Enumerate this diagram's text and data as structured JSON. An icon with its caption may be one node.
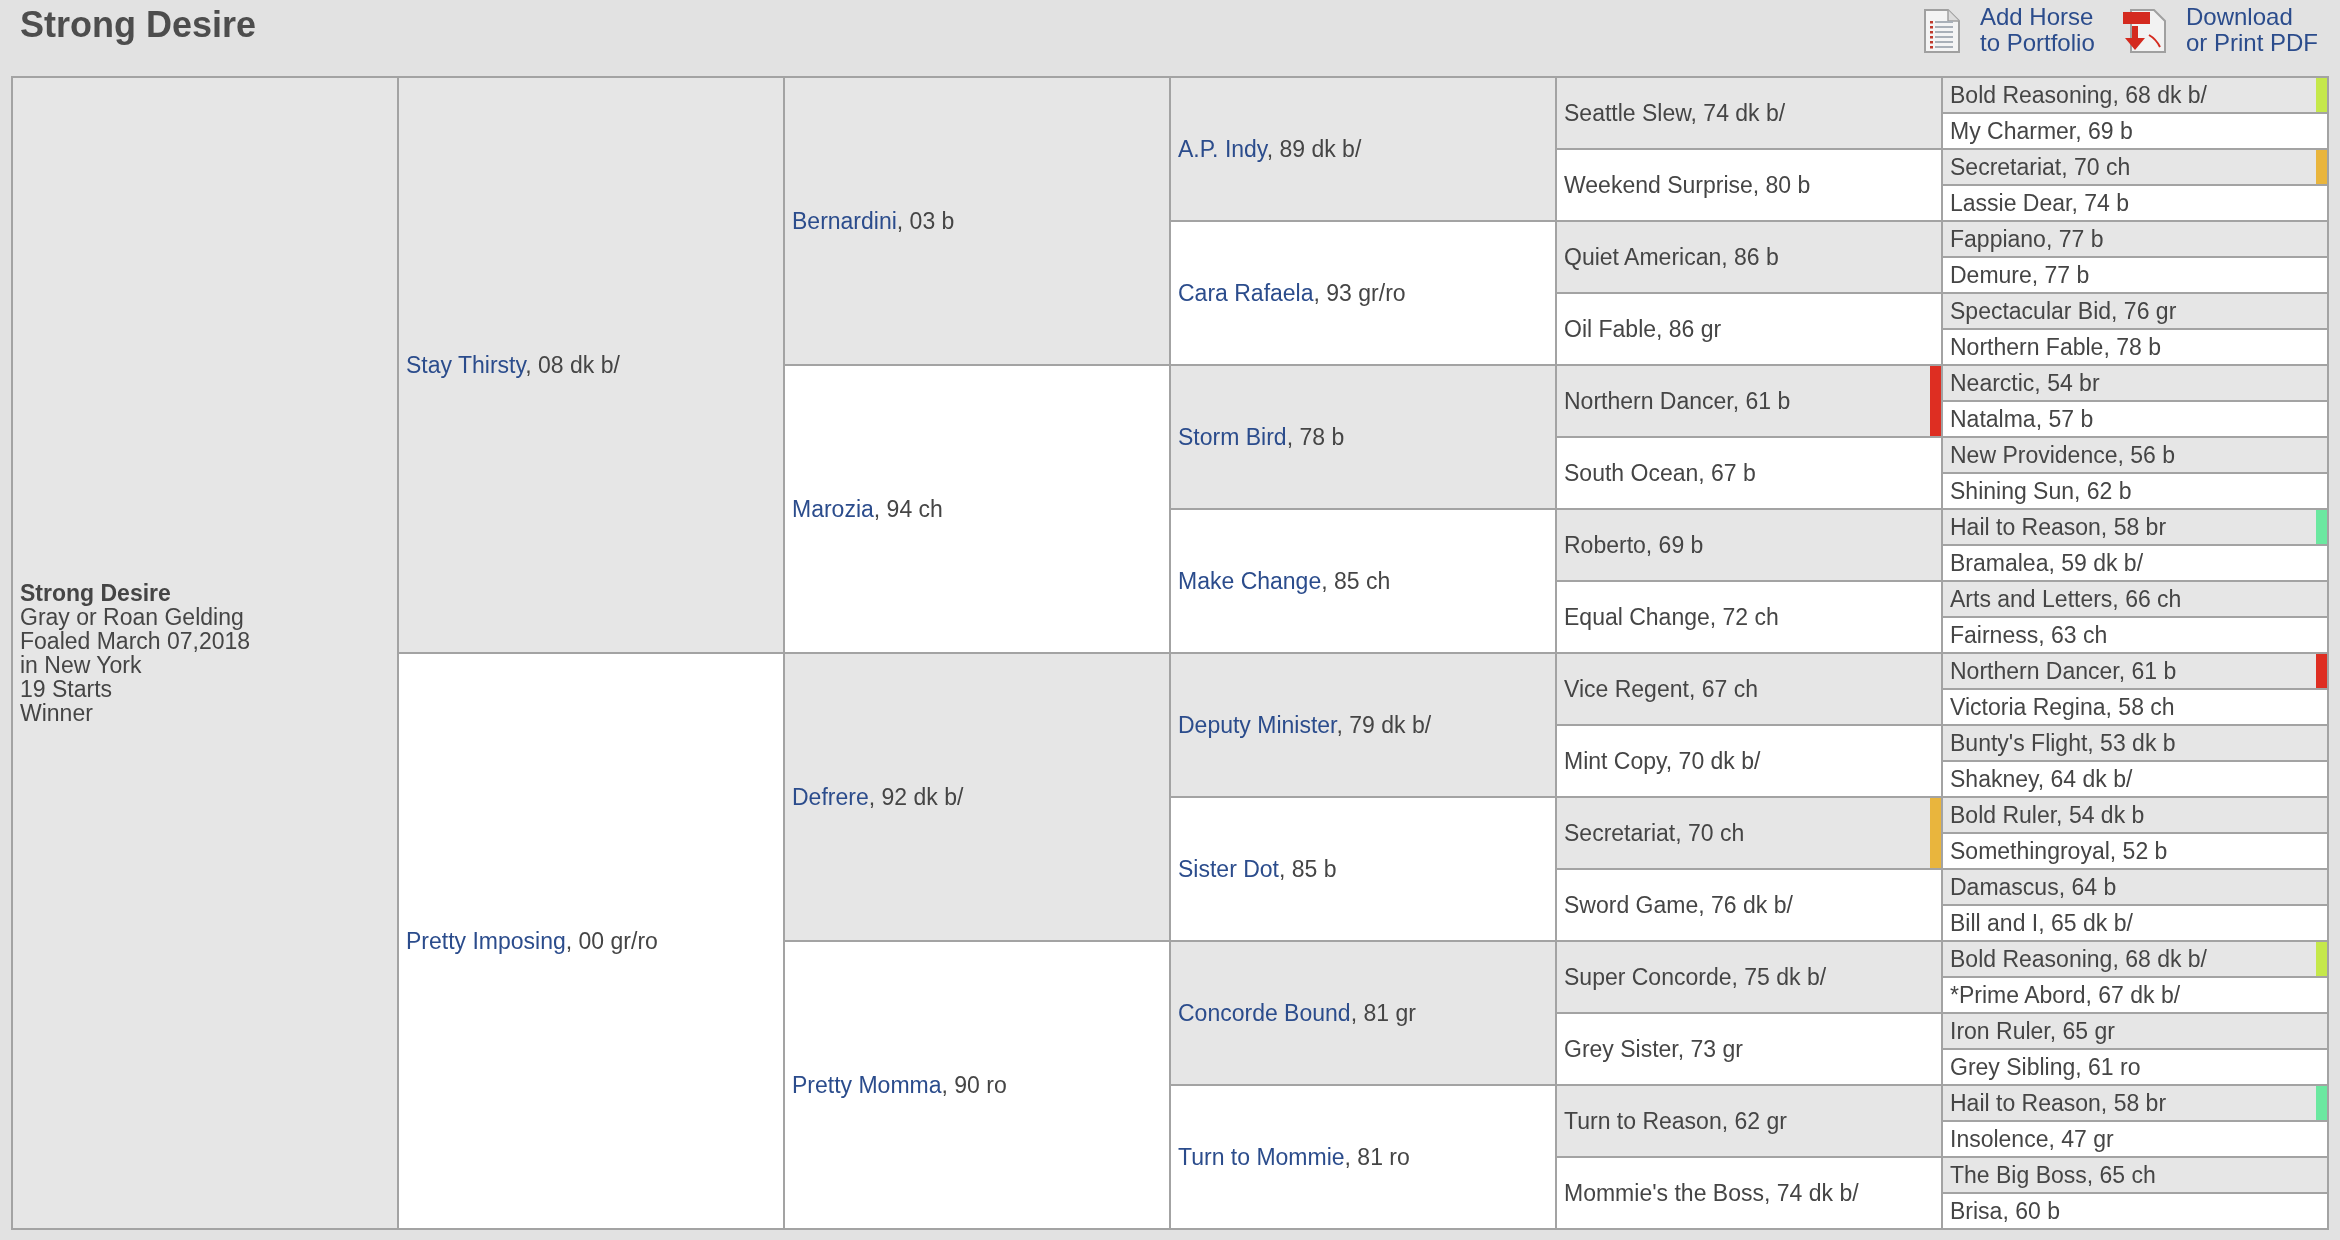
{
  "diagram": {
    "title": "Strong Desire",
    "nodes": [
      {
        "text": [
          "Strong Desire",
          "Gray or Roan Gelding",
          "Foaled March 07,2018",
          "in New York",
          "19 Starts",
          "Winner"
        ]
      },
      {
        "text": [
          "Stay Thirsty, 08 dk b/"
        ]
      },
      {
        "text": [
          "Pretty Imposing, 00 gr/ro"
        ]
      },
      {
        "text": [
          "Bernardini, 03 b"
        ]
      },
      {
        "text": [
          "Marozia, 94 ch"
        ]
      },
      {
        "text": [
          "Defrere, 92 dk b/"
        ]
      },
      {
        "text": [
          "Pretty Momma, 90 ro"
        ]
      },
      {
        "text": [
          "A.P. Indy, 89 dk b/"
        ]
      },
      {
        "text": [
          "Cara Rafaela, 93 gr/ro"
        ]
      },
      {
        "text": [
          "Storm Bird, 78 b"
        ]
      },
      {
        "text": [
          "Make Change, 85 ch"
        ]
      },
      {
        "text": [
          "Deputy Minister, 79 dk b/"
        ]
      },
      {
        "text": [
          "Sister Dot, 85 b"
        ]
      },
      {
        "text": [
          "Concorde Bound, 81 gr"
        ]
      },
      {
        "text": [
          "Turn to Mommie, 81 ro"
        ]
      },
      {
        "text": [
          "Seattle Slew, 74 dk b/"
        ]
      },
      {
        "text": [
          "Weekend Surprise, 80 b"
        ]
      },
      {
        "text": [
          "Quiet American, 86 b"
        ]
      },
      {
        "text": [
          "Oil Fable, 86 gr"
        ]
      },
      {
        "text": [
          "Northern Dancer, 61 b"
        ]
      },
      {
        "text": [
          "South Ocean, 67 b"
        ]
      },
      {
        "text": [
          "Roberto, 69 b"
        ]
      },
      {
        "text": [
          "Equal Change, 72 ch"
        ]
      },
      {
        "text": [
          "Vice Regent, 67 ch"
        ]
      },
      {
        "text": [
          "Mint Copy, 70 dk b/"
        ]
      },
      {
        "text": [
          "Secretariat, 70 ch"
        ]
      },
      {
        "text": [
          "Sword Game, 76 dk b/"
        ]
      },
      {
        "text": [
          "Super Concorde, 75 dk b/"
        ]
      },
      {
        "text": [
          "Grey Sister, 73 gr"
        ]
      },
      {
        "text": [
          "Turn to Reason, 62 gr"
        ]
      },
      {
        "text": [
          "Mommie's the Boss, 74 dk b/"
        ]
      },
      {
        "text": [
          "Bold Reasoning, 68 dk b/"
        ]
      },
      {
        "text": [
          "My Charmer, 69 b"
        ]
      },
      {
        "text": [
          "Secretariat, 70 ch"
        ]
      },
      {
        "text": [
          "Lassie Dear, 74 b"
        ]
      },
      {
        "text": [
          "Fappiano, 77 b"
        ]
      },
      {
        "text": [
          "Demure, 77 b"
        ]
      },
      {
        "text": [
          "Spectacular Bid, 76 gr"
        ]
      },
      {
        "text": [
          "Northern Fable, 78 b"
        ]
      },
      {
        "text": [
          "Nearctic, 54 br"
        ]
      },
      {
        "text": [
          "Natalma, 57 b"
        ]
      },
      {
        "text": [
          "New Providence, 56 b"
        ]
      },
      {
        "text": [
          "Shining Sun, 62 b"
        ]
      },
      {
        "text": [
          "Hail to Reason, 58 br"
        ]
      },
      {
        "text": [
          "Bramalea, 59 dk b/"
        ]
      },
      {
        "text": [
          "Arts and Letters, 66 ch"
        ]
      },
      {
        "text": [
          "Fairness, 63 ch"
        ]
      },
      {
        "text": [
          "Northern Dancer, 61 b"
        ]
      },
      {
        "text": [
          "Victoria Regina, 58 ch"
        ]
      },
      {
        "text": [
          "Bunty's Flight, 53 dk b"
        ]
      },
      {
        "text": [
          "Shakney, 64 dk b/"
        ]
      },
      {
        "text": [
          "Bold Ruler, 54 dk b"
        ]
      },
      {
        "text": [
          "Somethingroyal, 52 b"
        ]
      },
      {
        "text": [
          "Damascus, 64 b"
        ]
      },
      {
        "text": [
          "Bill and I, 65 dk b/"
        ]
      },
      {
        "text": [
          "Bold Reasoning, 68 dk b/"
        ]
      },
      {
        "text": [
          "*Prime Abord, 67 dk b/"
        ]
      },
      {
        "text": [
          "Iron Ruler, 65 gr"
        ]
      },
      {
        "text": [
          "Grey Sibling, 61 ro"
        ]
      },
      {
        "text": [
          "Hail to Reason, 58 br"
        ]
      },
      {
        "text": [
          "Insolence, 47 gr"
        ]
      },
      {
        "text": [
          "The Big Boss, 65 ch"
        ]
      },
      {
        "text": [
          "Brisa, 60 b"
        ]
      }
    ],
    "labels": [
      "Add Horse to Portfolio",
      "Download or Print PDF"
    ]
  }
}
